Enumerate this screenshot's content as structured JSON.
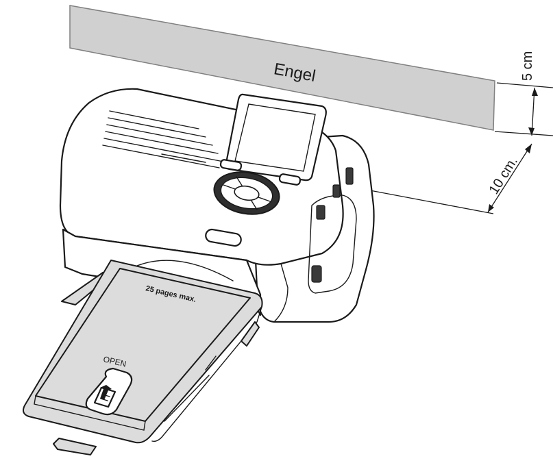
{
  "diagram": {
    "label_angle": "Engel",
    "dim_top": "5 cm",
    "dim_bottom": "10 cm.",
    "tray_capacity": "25 pages max.",
    "tray_open": "OPEN",
    "colors": {
      "angle_fill": "#d0d0d0",
      "angle_stroke": "#808080",
      "line": "#1a1a1a",
      "tray_fill": "#dcdcdc"
    }
  }
}
